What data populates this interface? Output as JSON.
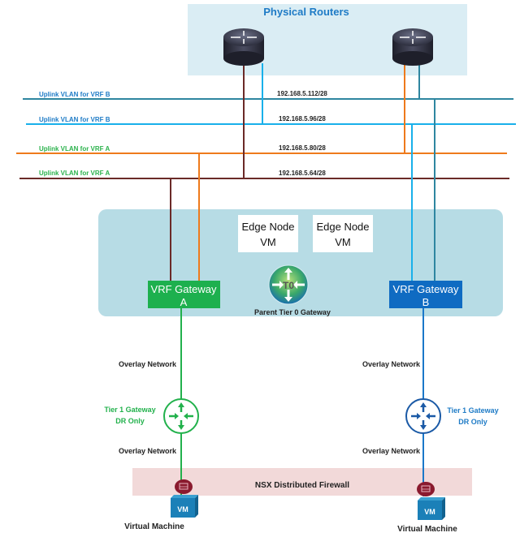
{
  "physical_routers": {
    "title": "Physical Routers"
  },
  "vlans": [
    {
      "label": "Uplink VLAN for VRF B",
      "subnet": "192.168.5.112/28",
      "color": "#2e86a0",
      "label_color": "#1e7bc6"
    },
    {
      "label": "Uplink VLAN for VRF B",
      "subnet": "192.168.5.96/28",
      "color": "#19b0ea",
      "label_color": "#1e7bc6"
    },
    {
      "label": "Uplink VLAN for VRF A",
      "subnet": "192.168.5.80/28",
      "color": "#ee7a1c",
      "label_color": "#2bb24c"
    },
    {
      "label": "Uplink VLAN for VRF A",
      "subnet": "192.168.5.64/28",
      "color": "#6b2a28",
      "label_color": "#2bb24c"
    }
  ],
  "edge_cluster": {
    "edge_nodes": [
      {
        "line1": "Edge Node",
        "line2": "VM"
      },
      {
        "line1": "Edge Node",
        "line2": "VM"
      }
    ],
    "parent_label": "Parent Tier 0 Gateway",
    "t0_icon_text": "T0",
    "vrf_a": {
      "line1": "VRF Gateway",
      "line2": "A",
      "color": "#1db04e"
    },
    "vrf_b": {
      "line1": "VRF Gateway",
      "line2": "B",
      "color": "#0f6bc2"
    }
  },
  "left_stack": {
    "overlay_top": "Overlay Network",
    "tier1_line1": "Tier 1 Gateway",
    "tier1_line2": "DR Only",
    "overlay_bottom": "Overlay Network",
    "vm_text": "VM",
    "vm_label": "Virtual Machine",
    "color": "#22b14c"
  },
  "right_stack": {
    "overlay_top": "Overlay Network",
    "tier1_line1": "Tier 1 Gateway",
    "tier1_line2": "DR Only",
    "overlay_bottom": "Overlay Network",
    "vm_text": "VM",
    "vm_label": "Virtual Machine",
    "color": "#1b5aa6",
    "label_color": "#1e7bc6"
  },
  "firewall": {
    "label": "NSX Distributed Firewall"
  }
}
